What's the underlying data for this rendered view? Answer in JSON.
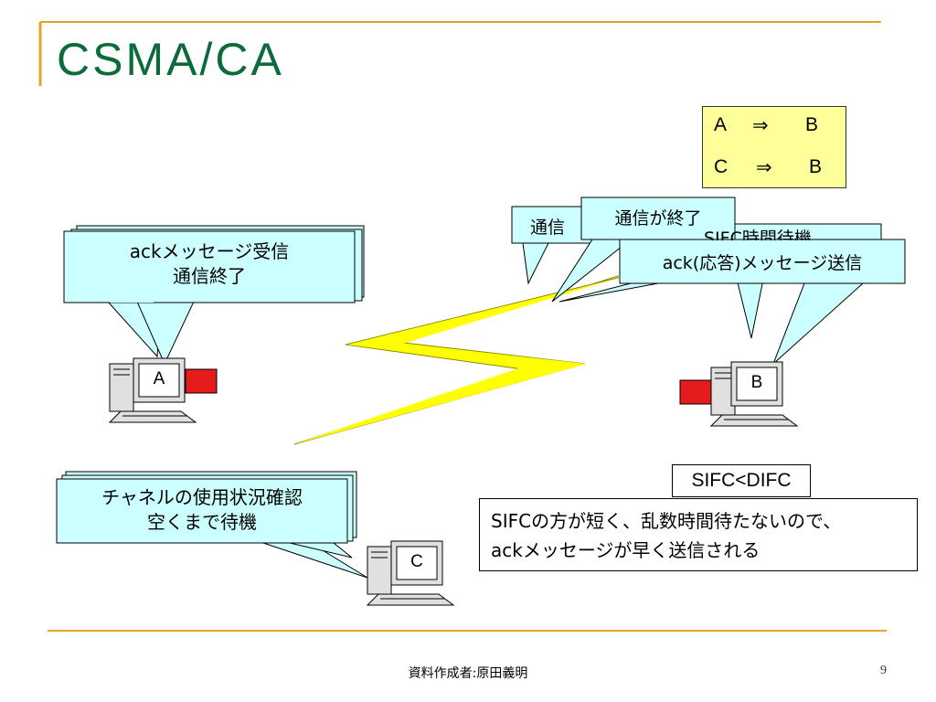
{
  "slide": {
    "title": "CSMA/CA",
    "footer": "資料作成者:原田義明",
    "page_number": "9"
  },
  "legend": {
    "rows": [
      {
        "from": "A",
        "arrow": "⇒",
        "to": "B"
      },
      {
        "from": "C",
        "arrow": "⇒",
        "to": "B"
      }
    ]
  },
  "callouts": {
    "a_line1": "ackメッセージ受信",
    "a_line2": "通信終了",
    "c_line1": "チャネルの使用状況確認",
    "c_line2": "空くまで待機",
    "comm_partial": "通信",
    "comm_end": "通信が終了",
    "sifs_partial": "SIFC時間待機",
    "ack_send": "ack(応答)メッセージ送信"
  },
  "computers": {
    "a_label": "A",
    "b_label": "B",
    "c_label": "C"
  },
  "notes": {
    "sifc_compare": "SIFC<DIFC",
    "explain_line1": "SIFCの方が短く、乱数時間待たないので、",
    "explain_line2": "ackメッセージが早く送信される"
  },
  "colors": {
    "title": "#0b6b3a",
    "rule": "#e0a528",
    "callout_fill": "#ccffff",
    "legend_fill": "#ffff99",
    "lightning": "#ffff00",
    "card": "#e61b1b"
  }
}
